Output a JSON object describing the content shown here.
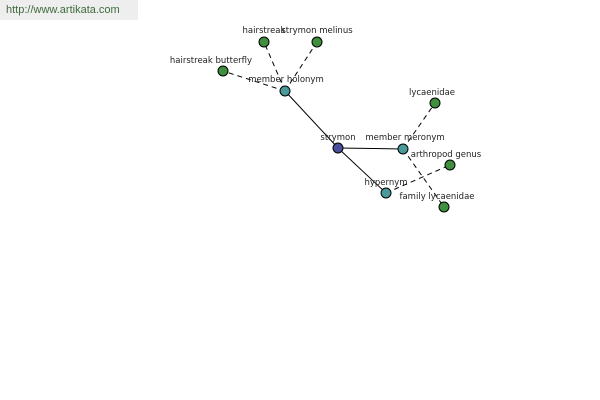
{
  "header": {
    "url": "http://www.artikata.com"
  },
  "colors": {
    "center": "#4a4f9a",
    "relation": "#4a9a9a",
    "leaf": "#3f8f3f"
  },
  "nodes": [
    {
      "id": "strymon",
      "label": "strymon",
      "kind": "center"
    },
    {
      "id": "member_holonym",
      "label": "member holonym",
      "kind": "relation"
    },
    {
      "id": "member_meronym",
      "label": "member meronym",
      "kind": "relation"
    },
    {
      "id": "hypernym",
      "label": "hypernym",
      "kind": "relation"
    },
    {
      "id": "hairstreak",
      "label": "hairstreak",
      "kind": "leaf"
    },
    {
      "id": "strymon_melinus",
      "label": "strymon melinus",
      "kind": "leaf"
    },
    {
      "id": "hairstreak_butterfly",
      "label": "hairstreak butterfly",
      "kind": "leaf"
    },
    {
      "id": "lycaenidae",
      "label": "lycaenidae",
      "kind": "leaf"
    },
    {
      "id": "arthropod_genus",
      "label": "arthropod genus",
      "kind": "leaf"
    },
    {
      "id": "family_lycaenidae",
      "label": "family lycaenidae",
      "kind": "leaf"
    }
  ],
  "edges": [
    {
      "from": "strymon",
      "to": "member_holonym",
      "style": "solid"
    },
    {
      "from": "strymon",
      "to": "member_meronym",
      "style": "solid"
    },
    {
      "from": "strymon",
      "to": "hypernym",
      "style": "solid"
    },
    {
      "from": "member_holonym",
      "to": "hairstreak",
      "style": "dashed"
    },
    {
      "from": "member_holonym",
      "to": "strymon_melinus",
      "style": "dashed"
    },
    {
      "from": "member_holonym",
      "to": "hairstreak_butterfly",
      "style": "dashed"
    },
    {
      "from": "member_meronym",
      "to": "lycaenidae",
      "style": "dashed"
    },
    {
      "from": "member_meronym",
      "to": "family_lycaenidae",
      "style": "dashed"
    },
    {
      "from": "hypernym",
      "to": "arthropod_genus",
      "style": "dashed"
    }
  ]
}
